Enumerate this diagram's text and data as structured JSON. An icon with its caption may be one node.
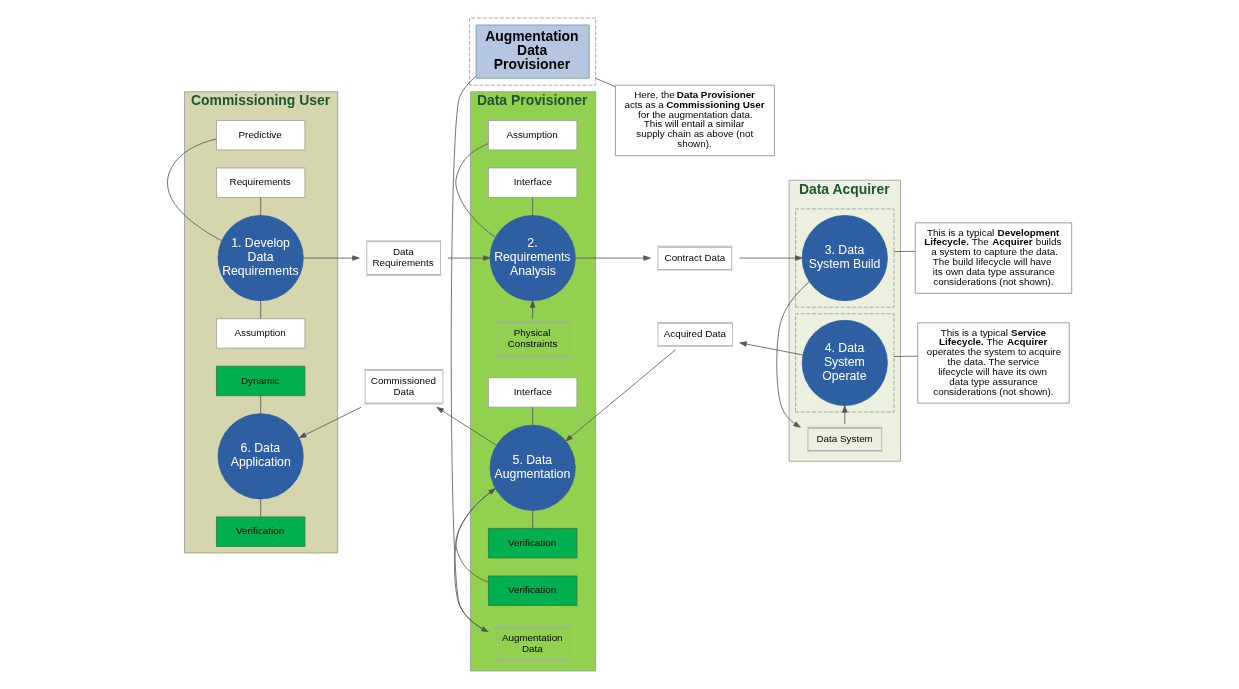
{
  "diagram": {
    "nodes": [
      {
        "text": [
          "Commissioning User"
        ]
      },
      {
        "text": [
          "Predictive"
        ],
        "in": 0
      },
      {
        "text": [
          "Requirements"
        ],
        "in": 0
      },
      {
        "text": [
          "1. Develop Data Requirements"
        ],
        "in": 0
      },
      {
        "text": [
          "Assumption"
        ],
        "in": 0
      },
      {
        "text": [
          "Dynamic"
        ],
        "in": 0
      },
      {
        "text": [
          "6. Data Application"
        ],
        "in": 0
      },
      {
        "text": [
          "Verification"
        ],
        "in": 0
      },
      {
        "text": [
          "Data Requirements"
        ]
      },
      {
        "text": [
          "Commissioned Data"
        ]
      },
      {
        "text": [
          "Data Provisioner"
        ]
      },
      {
        "text": [
          "Assumption"
        ],
        "in": 10
      },
      {
        "text": [
          "Interface"
        ],
        "in": 10
      },
      {
        "text": [
          "2. Requirements Analysis"
        ],
        "in": 10
      },
      {
        "text": [
          "Physical Constraints"
        ],
        "in": 10
      },
      {
        "text": [
          "Interface"
        ],
        "in": 10
      },
      {
        "text": [
          "5. Data Augmentation"
        ],
        "in": 10
      },
      {
        "text": [
          "Verification"
        ],
        "in": 10
      },
      {
        "text": [
          "Verification"
        ],
        "in": 10
      },
      {
        "text": [
          "Augmentation Data"
        ],
        "in": 10
      },
      {
        "text": [
          "Contract Data"
        ]
      },
      {
        "text": [
          "Acquired Data"
        ]
      },
      {
        "text": [
          "Data Acquirer"
        ]
      },
      {
        "text": [],
        "shape": "box",
        "in": 22
      },
      {
        "text": [
          "3. Data System Build"
        ],
        "in": 23
      },
      {
        "text": [
          "Data System"
        ],
        "in": 22
      },
      {
        "text": [],
        "shape": "box",
        "in": 22
      },
      {
        "text": [
          "4. Data System Operate"
        ],
        "in": 26
      },
      {
        "text": [
          "This is a typical **Development Lifecycle.** The **Acquirer** builds a system to capture the data. The build lifecycle will have its own data type assurance considerations (not shown)."
        ]
      },
      {
        "text": [
          "This is a typical **Service Lifecycle.** The **Acquirer** operates the system to acquire the data. The service lifecycle will have its own data type assurance considerations (not shown)."
        ]
      },
      {
        "text": [],
        "shape": "box"
      },
      {
        "text": [
          "Augmentation Data Provisioner"
        ],
        "in": 30
      },
      {
        "text": [
          "Here, the **Data Provisioner** acts as a **Commissioning User** for the augmentation data. This will entail a similar supply chain as above (not shown)."
        ]
      }
    ],
    "edges": [
      {
        "from": 3,
        "to": 8,
        "arrow": "to"
      },
      {
        "from": 8,
        "to": 13,
        "arrow": "to"
      },
      {
        "from": 13,
        "to": 20,
        "arrow": "to"
      },
      {
        "from": 20,
        "to": 24,
        "arrow": "to"
      },
      {
        "from": 24,
        "to": 25,
        "arrow": "to"
      },
      {
        "from": 25,
        "to": 27,
        "arrow": "to"
      },
      {
        "from": 27,
        "to": 21,
        "arrow": "to"
      },
      {
        "from": 21,
        "to": 16,
        "arrow": "to"
      },
      {
        "from": 16,
        "to": 9,
        "arrow": "to"
      },
      {
        "from": 9,
        "to": 6,
        "arrow": "to"
      },
      {
        "from": 14,
        "to": 13,
        "arrow": "to"
      },
      {
        "from": 19,
        "to": 16,
        "arrow": "to"
      },
      {
        "from": 31,
        "to": 19,
        "arrow": "to"
      },
      {
        "from": 1,
        "to": 3,
        "arrow": "none"
      },
      {
        "from": 2,
        "to": 3,
        "arrow": "none"
      },
      {
        "from": 4,
        "to": 3,
        "arrow": "none"
      },
      {
        "from": 5,
        "to": 6,
        "arrow": "none"
      },
      {
        "from": 7,
        "to": 6,
        "arrow": "none"
      },
      {
        "from": 11,
        "to": 13,
        "arrow": "none"
      },
      {
        "from": 12,
        "to": 13,
        "arrow": "none"
      },
      {
        "from": 15,
        "to": 16,
        "arrow": "none"
      },
      {
        "from": 17,
        "to": 16,
        "arrow": "none"
      },
      {
        "from": 18,
        "to": 16,
        "arrow": "none"
      },
      {
        "from": 28,
        "to": 23,
        "arrow": "none"
      },
      {
        "from": 29,
        "to": 26,
        "arrow": "none"
      },
      {
        "from": 32,
        "to": 30,
        "arrow": "none"
      }
    ]
  }
}
